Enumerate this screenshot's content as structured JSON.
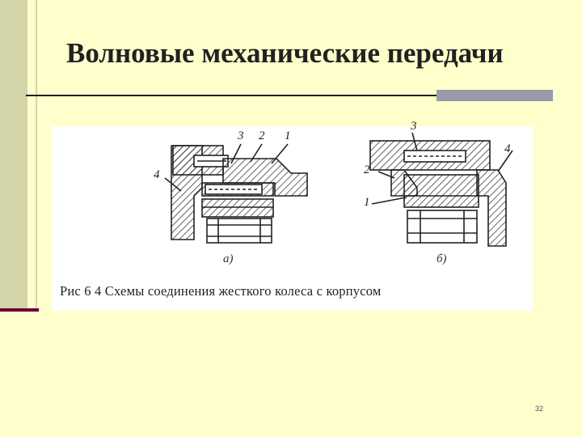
{
  "slide": {
    "title": "Волновые механические передачи",
    "page_number": "32"
  },
  "figure": {
    "caption": "Рис 6 4 Схемы соединения жесткого колеса с корпусом",
    "sub_labels": [
      "а)",
      "б)"
    ],
    "left_callouts": [
      "3",
      "2",
      "1",
      "4"
    ],
    "right_callouts": [
      "3",
      "4",
      "2",
      "1"
    ]
  },
  "colors": {
    "background": "#ffffcc",
    "accent_band": "#d4d4a9",
    "accent_base": "#660033",
    "title_bar": "#9999aa"
  }
}
